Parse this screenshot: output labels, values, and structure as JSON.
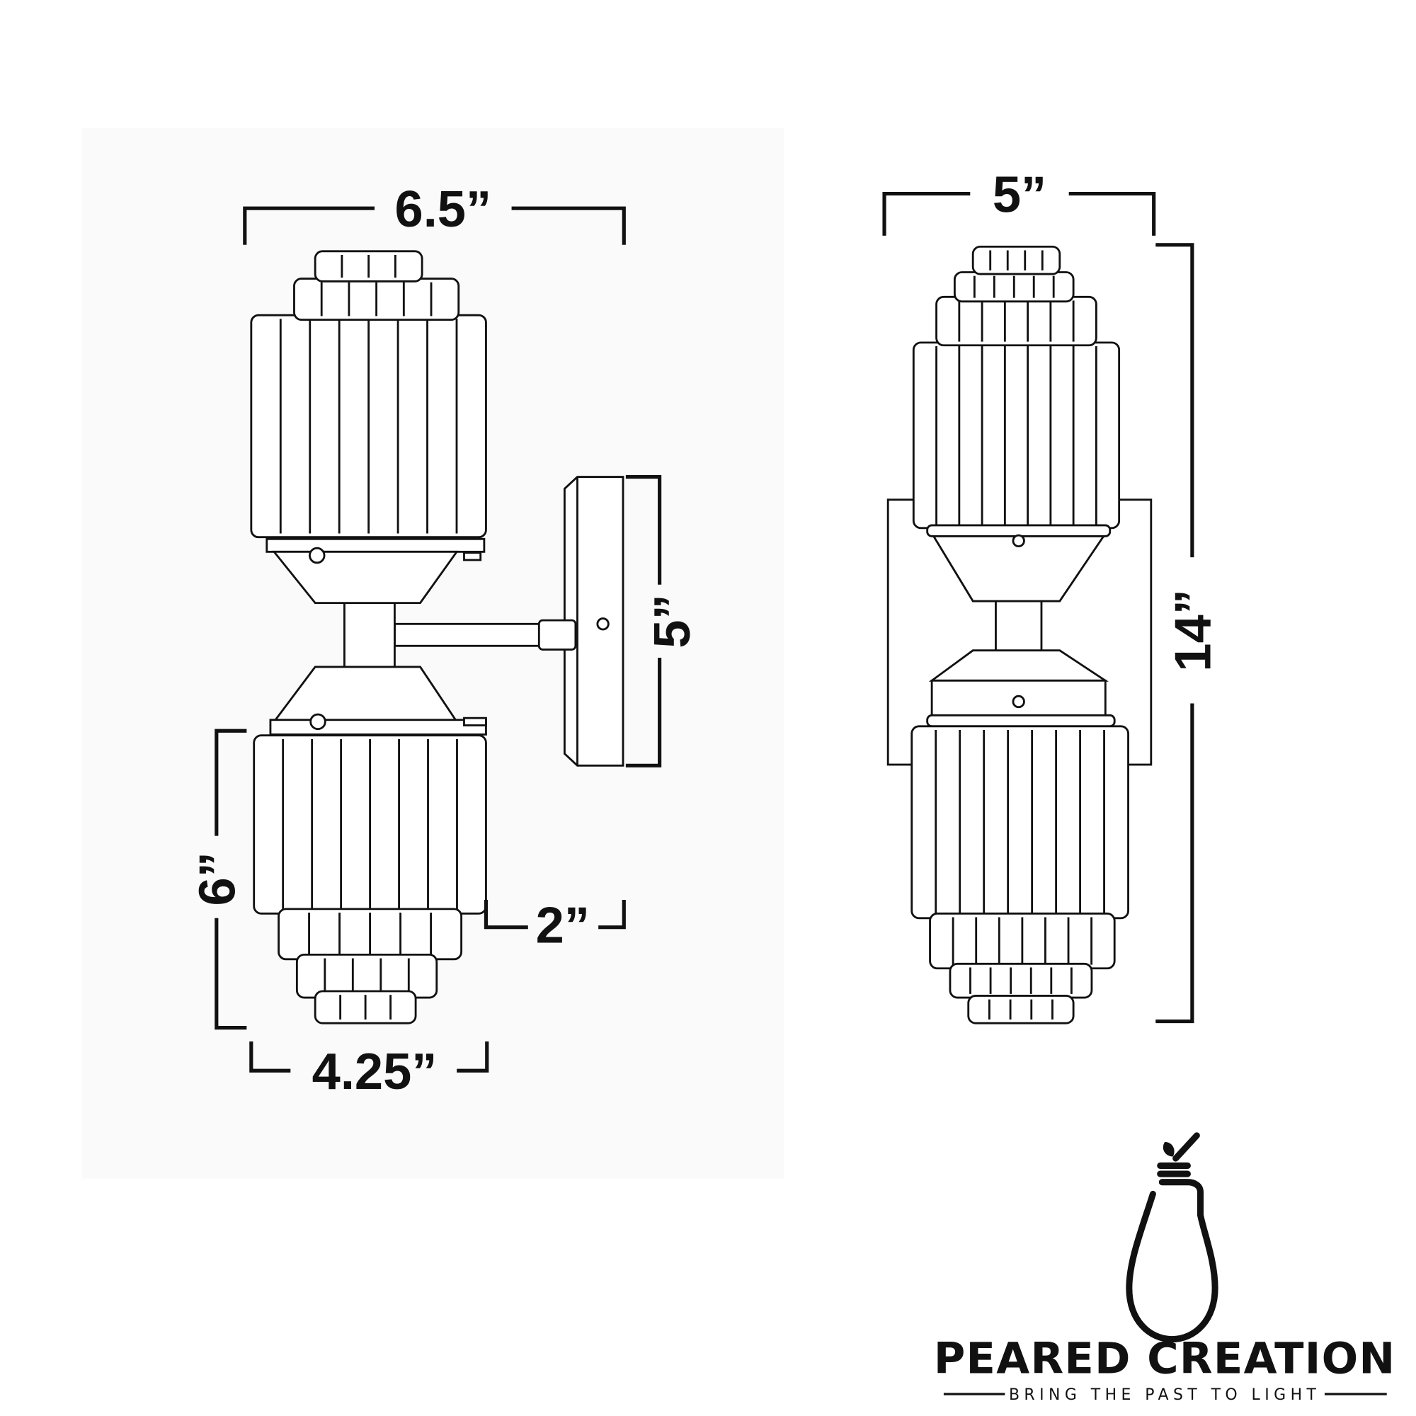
{
  "dimensions": {
    "side_width": "6.5”",
    "backplate_height": "5”",
    "shade_height": "6”",
    "shade_depth": "2”",
    "shade_width": "4.25”",
    "front_width": "5”",
    "total_height": "14”"
  },
  "logo": {
    "name": "PEARED CREATION",
    "tagline": "BRING THE PAST TO LIGHT"
  },
  "colors": {
    "line": "#111111",
    "panel": "#fafafa"
  }
}
